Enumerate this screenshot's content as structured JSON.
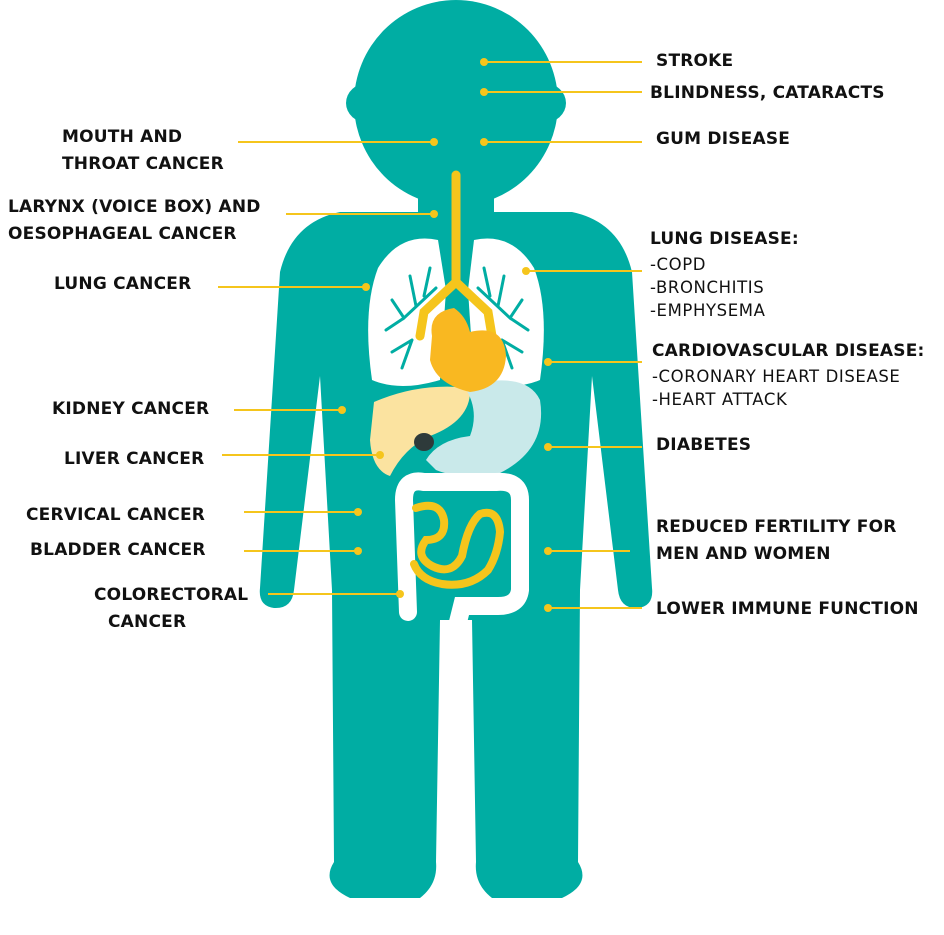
{
  "colors": {
    "body": "#00ada3",
    "accent": "#f5c51c",
    "lungs": "#ffffff",
    "heart": "#f9b821",
    "liver": "#fbe3a0",
    "stomach": "#c9e9ea",
    "intestine": "#f5c51c",
    "text": "#111111"
  },
  "labels": {
    "stroke": "STROKE",
    "blindness": "BLINDNESS, CATARACTS",
    "gum": "GUM DISEASE",
    "lung_disease": "LUNG DISEASE:",
    "copd": "-COPD",
    "bronchitis": "-BRONCHITIS",
    "emphysema": "-EMPHYSEMA",
    "cardio": "CARDIOVASCULAR DISEASE:",
    "coronary": "-CORONARY HEART DISEASE",
    "heart_attack": "-HEART ATTACK",
    "diabetes": "DIABETES",
    "fertility_1": "REDUCED FERTILITY FOR",
    "fertility_2": "MEN AND WOMEN",
    "immune": "LOWER IMMUNE FUNCTION",
    "mouth_1": "MOUTH AND",
    "mouth_2": "THROAT CANCER",
    "larynx_1": "LARYNX (VOICE BOX) AND",
    "larynx_2": "OESOPHAGEAL CANCER",
    "lung_cancer": "LUNG CANCER",
    "kidney": "KIDNEY CANCER",
    "liver": "LIVER CANCER",
    "cervical": "CERVICAL CANCER",
    "bladder": "BLADDER CANCER",
    "colorectal_1": "COLORECTORAL",
    "colorectal_2": "CANCER"
  }
}
